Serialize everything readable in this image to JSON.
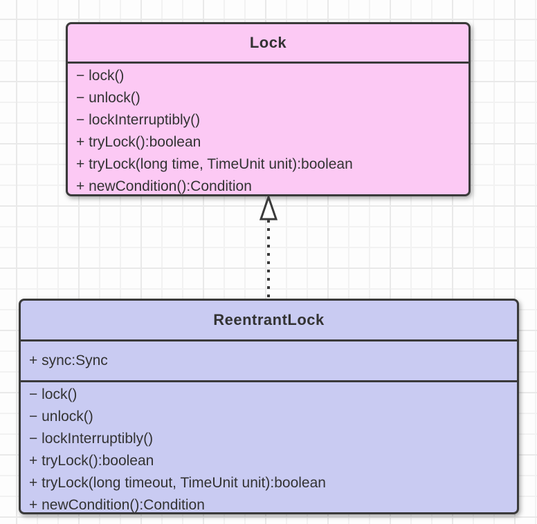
{
  "diagram": {
    "type": "uml-class-diagram",
    "colors": {
      "lock_fill": "#fcc9f4",
      "reentrantlock_fill": "#c9cbf2",
      "border": "#3a3a3a",
      "text": "#333333",
      "grid_line": "#f2f2f2",
      "grid_line_major": "#e9e9e9",
      "background": "#fdfdfd"
    },
    "classes": [
      {
        "name": "Lock",
        "fields": [],
        "methods": [
          "− lock()",
          "− unlock()",
          "− lockInterruptibly()",
          "+ tryLock():boolean",
          "+ tryLock(long time, TimeUnit unit):boolean",
          "+ newCondition():Condition"
        ]
      },
      {
        "name": "ReentrantLock",
        "fields": [
          "+ sync:Sync"
        ],
        "methods": [
          "− lock()",
          "− unlock()",
          "− lockInterruptibly()",
          "+ tryLock():boolean",
          "+ tryLock(long timeout, TimeUnit unit):boolean",
          "+ newCondition():Condition"
        ]
      }
    ],
    "relationship": {
      "from": "ReentrantLock",
      "to": "Lock",
      "type": "realization",
      "line_style": "dotted",
      "arrowhead": "hollow-triangle"
    }
  }
}
